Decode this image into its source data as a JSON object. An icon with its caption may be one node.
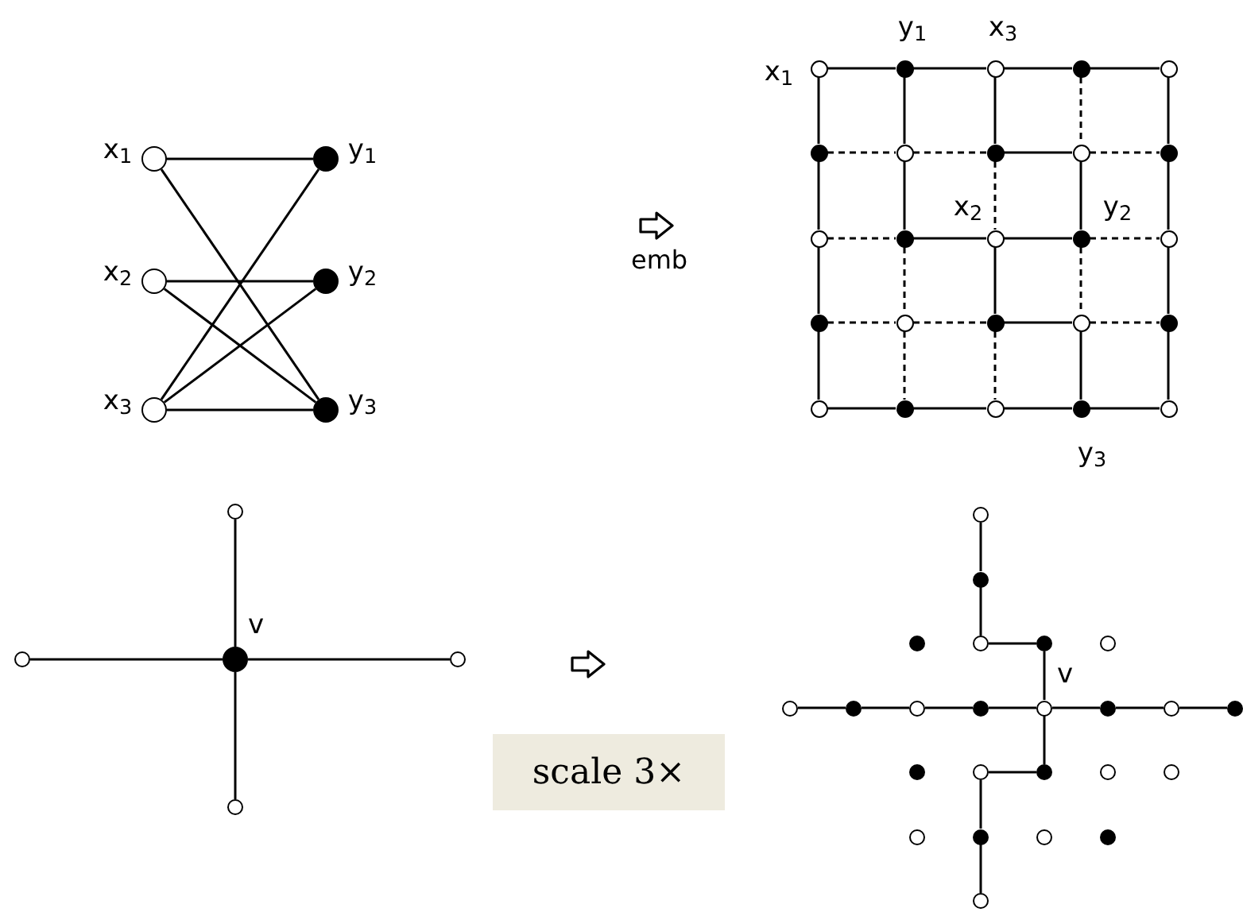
{
  "diagram": {
    "nodes": [
      {
        "text": [],
        "shape": "circle",
        "beside": [
          "x$_{1}$"
        ]
      },
      {
        "text": [],
        "shape": "dot",
        "beside": [
          "y$_{1}$"
        ]
      },
      {
        "text": [],
        "shape": "circle",
        "beside": [
          "x$_{2}$"
        ]
      },
      {
        "text": [],
        "shape": "dot",
        "beside": [
          "y$_{2}$"
        ]
      },
      {
        "text": [],
        "shape": "circle",
        "beside": [
          "x$_{3}$"
        ]
      },
      {
        "text": [],
        "shape": "dot",
        "beside": [
          "y$_{3}$"
        ]
      },
      {
        "text": [],
        "shape": "circle",
        "beside": [
          "x$_{1}$"
        ]
      },
      {
        "text": [],
        "shape": "dot",
        "beside": [
          "y$_{1}$"
        ]
      },
      {
        "text": [],
        "shape": "circle",
        "beside": [
          "x$_{3}$"
        ]
      },
      {
        "text": [],
        "shape": "dot"
      },
      {
        "text": [],
        "shape": "circle"
      },
      {
        "text": [],
        "shape": "dot"
      },
      {
        "text": [],
        "shape": "circle"
      },
      {
        "text": [],
        "shape": "dot"
      },
      {
        "text": [],
        "shape": "circle"
      },
      {
        "text": [],
        "shape": "dot"
      },
      {
        "text": [],
        "shape": "circle"
      },
      {
        "text": [],
        "shape": "dot"
      },
      {
        "text": [],
        "shape": "circle",
        "beside": [
          "x$_{2}$"
        ]
      },
      {
        "text": [],
        "shape": "dot",
        "beside": [
          "y$_{2}$"
        ]
      },
      {
        "text": [],
        "shape": "circle"
      },
      {
        "text": [],
        "shape": "dot"
      },
      {
        "text": [],
        "shape": "circle"
      },
      {
        "text": [],
        "shape": "dot"
      },
      {
        "text": [],
        "shape": "circle"
      },
      {
        "text": [],
        "shape": "dot"
      },
      {
        "text": [],
        "shape": "circle"
      },
      {
        "text": [],
        "shape": "dot"
      },
      {
        "text": [],
        "shape": "circle"
      },
      {
        "text": [],
        "shape": "dot",
        "beside": [
          "y$_{3}$"
        ]
      },
      {
        "text": [],
        "shape": "circle"
      },
      {
        "text": [],
        "shape": "circle"
      },
      {
        "text": [],
        "shape": "circle"
      },
      {
        "text": [],
        "shape": "dot",
        "beside": [
          "v"
        ]
      },
      {
        "text": [],
        "shape": "circle"
      },
      {
        "text": [],
        "shape": "circle"
      },
      {
        "text": [],
        "shape": "circle"
      },
      {
        "text": [],
        "shape": "dot"
      },
      {
        "text": [],
        "shape": "dot"
      },
      {
        "text": [],
        "shape": "circle"
      },
      {
        "text": [],
        "shape": "dot"
      },
      {
        "text": [],
        "shape": "circle"
      },
      {
        "text": [],
        "shape": "circle"
      },
      {
        "text": [],
        "shape": "dot"
      },
      {
        "text": [],
        "shape": "circle"
      },
      {
        "text": [],
        "shape": "dot"
      },
      {
        "text": [],
        "shape": "circle",
        "beside": [
          "v"
        ]
      },
      {
        "text": [],
        "shape": "dot"
      },
      {
        "text": [],
        "shape": "circle"
      },
      {
        "text": [],
        "shape": "dot"
      },
      {
        "text": [],
        "shape": "dot"
      },
      {
        "text": [],
        "shape": "circle"
      },
      {
        "text": [],
        "shape": "dot"
      },
      {
        "text": [],
        "shape": "circle"
      },
      {
        "text": [],
        "shape": "circle"
      },
      {
        "text": [],
        "shape": "circle"
      },
      {
        "text": [],
        "shape": "dot"
      },
      {
        "text": [],
        "shape": "circle"
      },
      {
        "text": [],
        "shape": "dot"
      },
      {
        "text": [],
        "shape": "circle"
      }
    ],
    "edges": [
      {
        "from": 0,
        "to": 1,
        "arrow": "none"
      },
      {
        "from": 0,
        "to": 5,
        "arrow": "none"
      },
      {
        "from": 2,
        "to": 3,
        "arrow": "none"
      },
      {
        "from": 2,
        "to": 5,
        "arrow": "none"
      },
      {
        "from": 4,
        "to": 1,
        "arrow": "none"
      },
      {
        "from": 4,
        "to": 3,
        "arrow": "none"
      },
      {
        "from": 4,
        "to": 5,
        "arrow": "none"
      },
      {
        "from": 6,
        "to": 7,
        "arrow": "none"
      },
      {
        "from": 7,
        "to": 8,
        "arrow": "none"
      },
      {
        "from": 8,
        "to": 9,
        "arrow": "none"
      },
      {
        "from": 9,
        "to": 10,
        "arrow": "none"
      },
      {
        "from": 11,
        "to": 12,
        "arrow": "none",
        "style": "dashed"
      },
      {
        "from": 12,
        "to": 13,
        "arrow": "none",
        "style": "dashed"
      },
      {
        "from": 13,
        "to": 14,
        "arrow": "none"
      },
      {
        "from": 14,
        "to": 15,
        "arrow": "none",
        "style": "dashed"
      },
      {
        "from": 16,
        "to": 17,
        "arrow": "none",
        "style": "dashed"
      },
      {
        "from": 17,
        "to": 18,
        "arrow": "none"
      },
      {
        "from": 18,
        "to": 19,
        "arrow": "none"
      },
      {
        "from": 19,
        "to": 20,
        "arrow": "none",
        "style": "dashed"
      },
      {
        "from": 21,
        "to": 22,
        "arrow": "none",
        "style": "dashed"
      },
      {
        "from": 22,
        "to": 23,
        "arrow": "none",
        "style": "dashed"
      },
      {
        "from": 23,
        "to": 24,
        "arrow": "none"
      },
      {
        "from": 24,
        "to": 25,
        "arrow": "none",
        "style": "dashed"
      },
      {
        "from": 26,
        "to": 27,
        "arrow": "none"
      },
      {
        "from": 27,
        "to": 28,
        "arrow": "none"
      },
      {
        "from": 28,
        "to": 29,
        "arrow": "none"
      },
      {
        "from": 29,
        "to": 30,
        "arrow": "none"
      },
      {
        "from": 6,
        "to": 11,
        "arrow": "none"
      },
      {
        "from": 11,
        "to": 16,
        "arrow": "none"
      },
      {
        "from": 16,
        "to": 21,
        "arrow": "none"
      },
      {
        "from": 21,
        "to": 26,
        "arrow": "none"
      },
      {
        "from": 7,
        "to": 12,
        "arrow": "none"
      },
      {
        "from": 12,
        "to": 17,
        "arrow": "none"
      },
      {
        "from": 17,
        "to": 22,
        "arrow": "none",
        "style": "dashed"
      },
      {
        "from": 22,
        "to": 27,
        "arrow": "none",
        "style": "dashed"
      },
      {
        "from": 8,
        "to": 13,
        "arrow": "none"
      },
      {
        "from": 13,
        "to": 18,
        "arrow": "none",
        "style": "dashed"
      },
      {
        "from": 18,
        "to": 23,
        "arrow": "none"
      },
      {
        "from": 23,
        "to": 28,
        "arrow": "none",
        "style": "dashed"
      },
      {
        "from": 9,
        "to": 14,
        "arrow": "none",
        "style": "dashed"
      },
      {
        "from": 14,
        "to": 19,
        "arrow": "none"
      },
      {
        "from": 19,
        "to": 24,
        "arrow": "none",
        "style": "dashed"
      },
      {
        "from": 24,
        "to": 29,
        "arrow": "none"
      },
      {
        "from": 10,
        "to": 15,
        "arrow": "none"
      },
      {
        "from": 15,
        "to": 20,
        "arrow": "none"
      },
      {
        "from": 20,
        "to": 25,
        "arrow": "none"
      },
      {
        "from": 25,
        "to": 30,
        "arrow": "none"
      },
      {
        "from": 31,
        "to": 33,
        "arrow": "none"
      },
      {
        "from": 32,
        "to": 33,
        "arrow": "none"
      },
      {
        "from": 33,
        "to": 34,
        "arrow": "none"
      },
      {
        "from": 33,
        "to": 35,
        "arrow": "none"
      },
      {
        "from": 36,
        "to": 37,
        "arrow": "none"
      },
      {
        "from": 37,
        "to": 39,
        "arrow": "none"
      },
      {
        "from": 39,
        "to": 40,
        "arrow": "none"
      },
      {
        "from": 40,
        "to": 46,
        "arrow": "none"
      },
      {
        "from": 42,
        "to": 43,
        "arrow": "none"
      },
      {
        "from": 43,
        "to": 44,
        "arrow": "none"
      },
      {
        "from": 44,
        "to": 45,
        "arrow": "none"
      },
      {
        "from": 45,
        "to": 46,
        "arrow": "none"
      },
      {
        "from": 46,
        "to": 47,
        "arrow": "none"
      },
      {
        "from": 47,
        "to": 48,
        "arrow": "none"
      },
      {
        "from": 48,
        "to": 49,
        "arrow": "none"
      },
      {
        "from": 46,
        "to": 52,
        "arrow": "none"
      },
      {
        "from": 52,
        "to": 51,
        "arrow": "none"
      },
      {
        "from": 51,
        "to": 56,
        "arrow": "none"
      },
      {
        "from": 56,
        "to": 59,
        "arrow": "none"
      }
    ],
    "labels": [
      "emb",
      "scale 3×"
    ]
  }
}
